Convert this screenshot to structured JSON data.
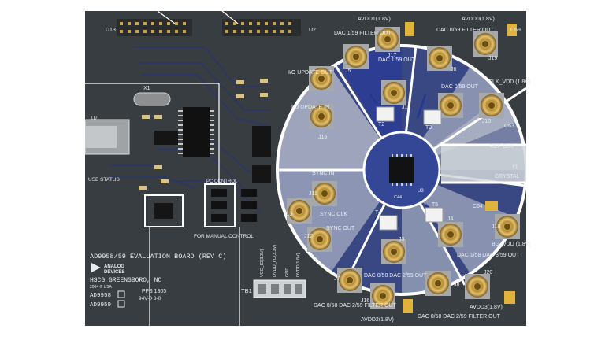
{
  "board": {
    "title": "AD9958/59 EVALUATION BOARD (REV C)",
    "maker_line1": "ANALOG",
    "maker_line2": "DEVICES",
    "location": "HSCG GREENSBORO, NC",
    "year": "2004 © USA",
    "option_1": "AD9958",
    "option_2": "AD9959",
    "revision_code": "PFS 1305",
    "rating": "94V-0 3-0",
    "usb_status": "USB STATUS",
    "pc_control": "PC CONTROL",
    "manual_control": "FOR MANUAL CONTROL",
    "tb1": "TB1",
    "header_u13": "U13",
    "header_u2": "U2",
    "u7": "U7",
    "x1": "X1",
    "supply_pins": [
      "VCC_IO(3.3V)",
      "DVDD_I/O(3.3V)",
      "GND",
      "DVDD(1.8V)"
    ]
  },
  "callouts": {
    "avdd1": "AVDD1(1.8V)",
    "avdd0": "AVDD0(1.8V)",
    "dac_filter_1": "DAC 1/59 FILTER OUT",
    "dac_out_1": "DAC 1/59 OUT",
    "dac_filter_0": "DAC 0/59 FILTER OUT",
    "dac_out_0": "DAC 0/59 OUT",
    "io_update_out": "I/O UPDATE OUT",
    "io_update_in": "I/O UPDATE IN",
    "clk_vdd": "CLK_VDD (1.8V)",
    "ref_clk": "REF CLK",
    "crystal": "CRYSTAL",
    "sync_in": "SYNC IN",
    "sync_clk": "SYNC CLK",
    "sync_out": "SYNC OUT",
    "bg_vdd": "BG_VDD (1.8V)",
    "dac_58_2": "DAC 0/58 DAC 2/59 OUT",
    "dac_58_2_filter": "DAC 0/58 DAC 2/59 FILTER OUT",
    "dac_58_3": "DAC 1/58 DAC 3/59 OUT",
    "dac_58_3_filter": "DAC 0/58 DAC 2/59 FILTER OUT",
    "avdd2": "AVDD2(1.8V)",
    "avdd3": "AVDD3(1.8V)"
  },
  "designators": {
    "j5": "J5",
    "j17": "J17",
    "j1": "J1",
    "j6": "J6",
    "j19": "J19",
    "j10": "J10",
    "j15": "J15",
    "j11": "J11",
    "j13": "J13",
    "j12": "J12",
    "j7": "J7",
    "j16": "J16",
    "j3": "J3",
    "j4": "J4",
    "j8": "J8",
    "j18": "J18",
    "j20": "J20",
    "t2": "T2",
    "t3": "T3",
    "t4": "T4",
    "t5": "T5",
    "c69": "C69",
    "c63": "C63",
    "c64": "C64",
    "y1": "Y1",
    "u3": "U3",
    "c44": "C44"
  },
  "colors": {
    "pcb": "#3a3f44",
    "pcb_dark": "#2b3034",
    "trace": "#2f3a6d",
    "silkscreen": "#e8ecee",
    "pad": "#c8a24a",
    "callout_overlay": "#cfd3d6",
    "wedge_outline": "#ffffff"
  }
}
